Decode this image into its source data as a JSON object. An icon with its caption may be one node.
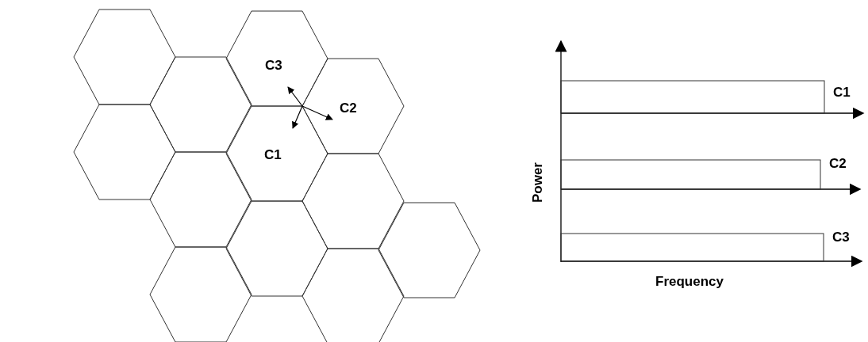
{
  "diagram": {
    "labels": [
      "C3",
      "C2",
      "C1",
      "C1",
      "C2",
      "C3",
      "Power",
      "Frequency"
    ]
  }
}
